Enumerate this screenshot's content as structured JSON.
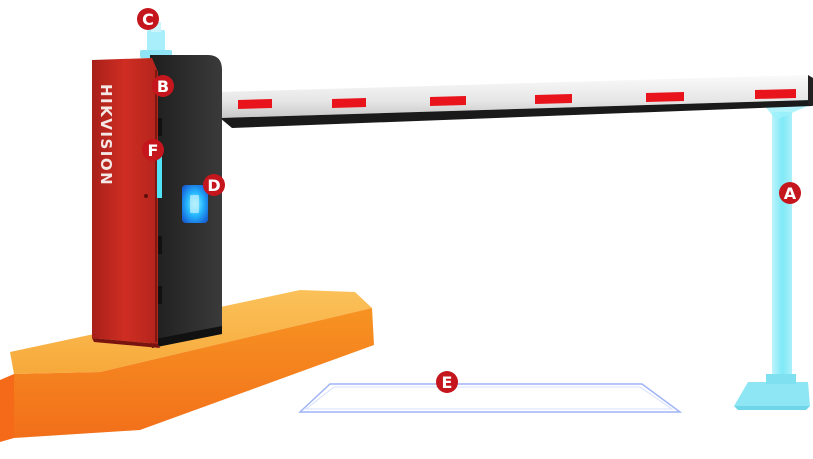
{
  "brand": {
    "text": "HIKVISION"
  },
  "markers": {
    "a": "A",
    "b": "B",
    "c": "C",
    "d": "D",
    "e": "E",
    "f": "F"
  },
  "colors": {
    "marker": "#c4161c",
    "cabinet_front": "#c42a20",
    "cabinet_side": "#2b2b2b",
    "base": "#f7941d",
    "boom": "#f4f4f4",
    "boom_stripe": "#e8131b",
    "glow": "#7fe9f7",
    "loop": "#9fb4f5"
  },
  "icons": [
    "barrier-cabinet",
    "boom-arm",
    "support-post",
    "sensor-light",
    "indicator-light",
    "ground-loop"
  ]
}
